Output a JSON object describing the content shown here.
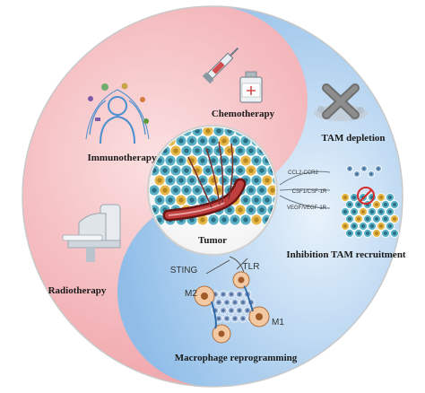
{
  "labels": {
    "tumor": "Tumor",
    "chemotherapy": "Chemotherapy",
    "immunotherapy": "Immunotherapy",
    "tam_depletion": "TAM depletion",
    "inhibition_tam_recruitment": "Inhibition TAM recruitment",
    "radiotherapy": "Radiotherapy",
    "macrophage_reprogramming": "Macrophage reprogramming",
    "sting": "STING",
    "tlr": "TLR",
    "m2": "M2",
    "m1": "M1",
    "ccl2_ccr2": "CCL2-CCR2",
    "csf1_csf1r": "CSF1/CSF-1R",
    "vegf_vegfr": "VEGF/VEGF-1R"
  },
  "colors": {
    "pink_lobe": "#f3b6ba",
    "blue_lobe": "#bcd7f2",
    "cell_teal": "#5bb2c6",
    "cell_yellow": "#e6b94a",
    "vessel": "#9b2a2a"
  }
}
